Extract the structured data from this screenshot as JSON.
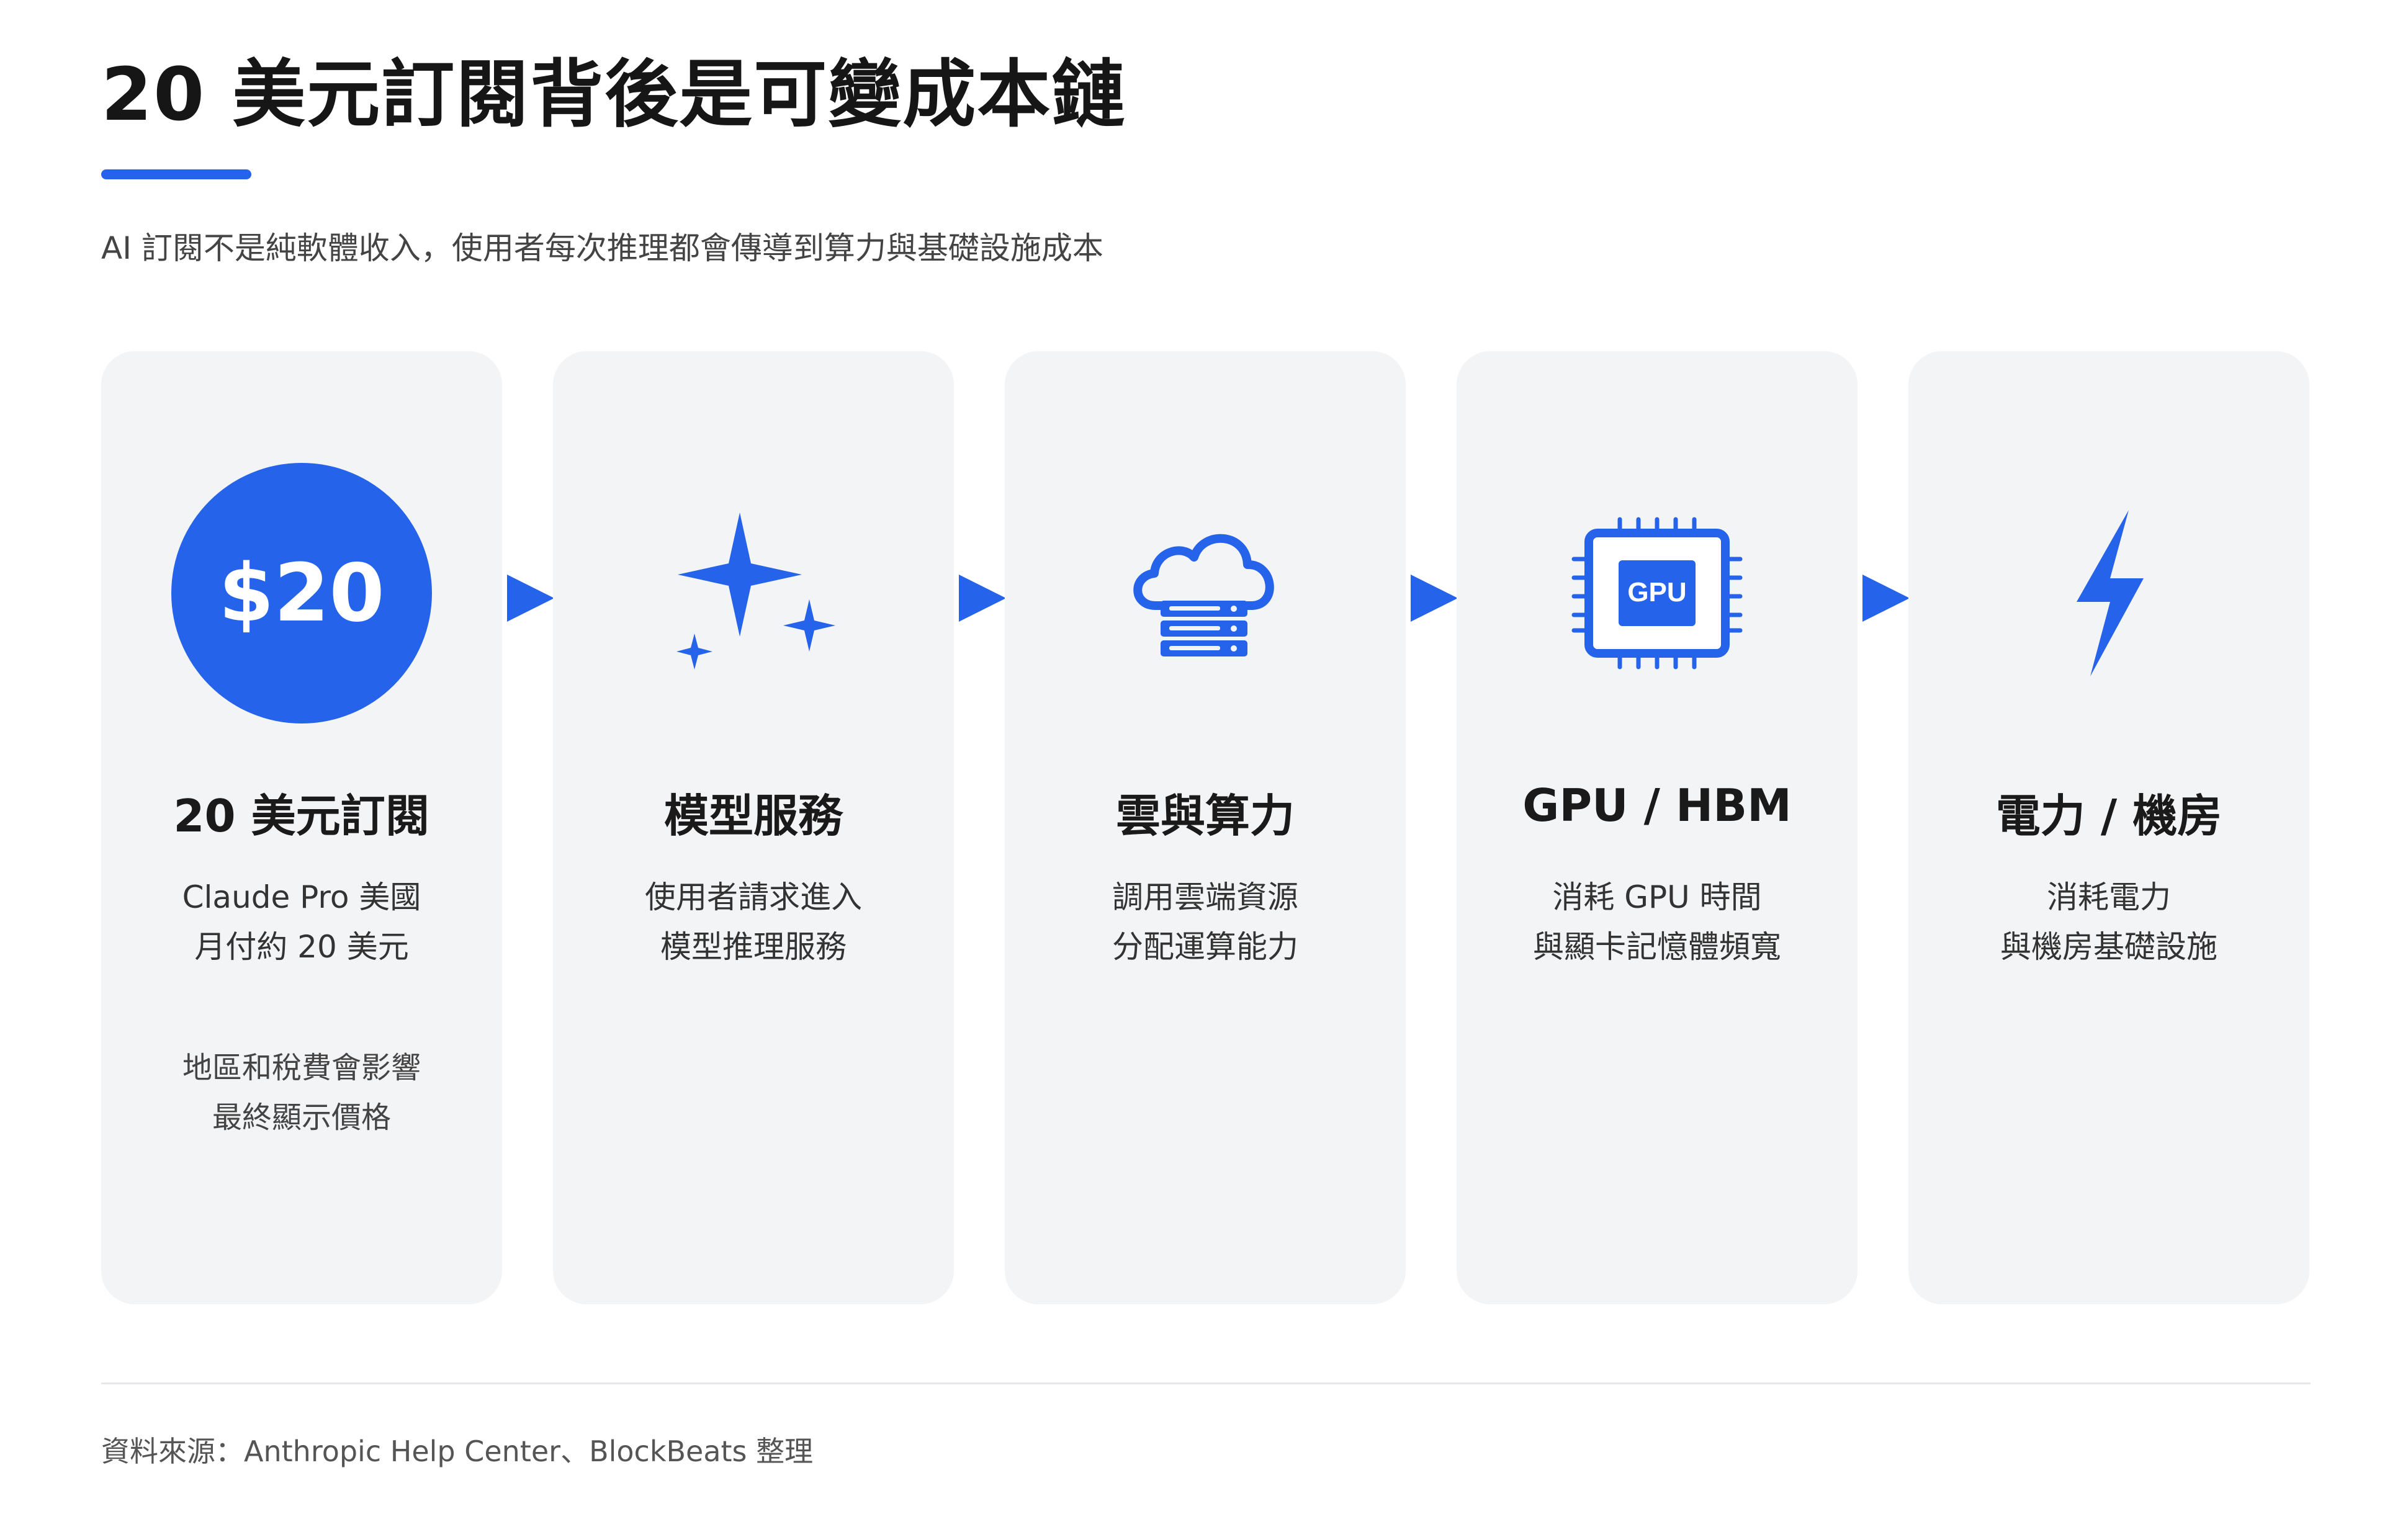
{
  "header": {
    "title": "20 美元訂閱背後是可變成本鏈",
    "subtitle": "AI 訂閱不是純軟體收入，使用者每次推理都會傳導到算力與基礎設施成本"
  },
  "colors": {
    "accent": "#2563eb",
    "card_bg": "#f3f4f6"
  },
  "cards": [
    {
      "icon": "dollar-circle-icon",
      "icon_text": "$20",
      "title": "20 美元訂閱",
      "desc_line1": "Claude Pro 美國",
      "desc_line2": "月付約 20 美元",
      "note_line1": "地區和稅費會影響",
      "note_line2": "最終顯示價格"
    },
    {
      "icon": "sparkles-icon",
      "title": "模型服務",
      "desc_line1": "使用者請求進入",
      "desc_line2": "模型推理服務"
    },
    {
      "icon": "cloud-server-icon",
      "title": "雲與算力",
      "desc_line1": "調用雲端資源",
      "desc_line2": "分配運算能力"
    },
    {
      "icon": "gpu-chip-icon",
      "icon_text": "GPU",
      "title": "GPU / HBM",
      "desc_line1": "消耗 GPU 時間",
      "desc_line2": "與顯卡記憶體頻寬"
    },
    {
      "icon": "lightning-bolt-icon",
      "title": "電力 / 機房",
      "desc_line1": "消耗電力",
      "desc_line2": "與機房基礎設施"
    }
  ],
  "footer": {
    "source": "資料來源：Anthropic Help Center、BlockBeats 整理"
  }
}
